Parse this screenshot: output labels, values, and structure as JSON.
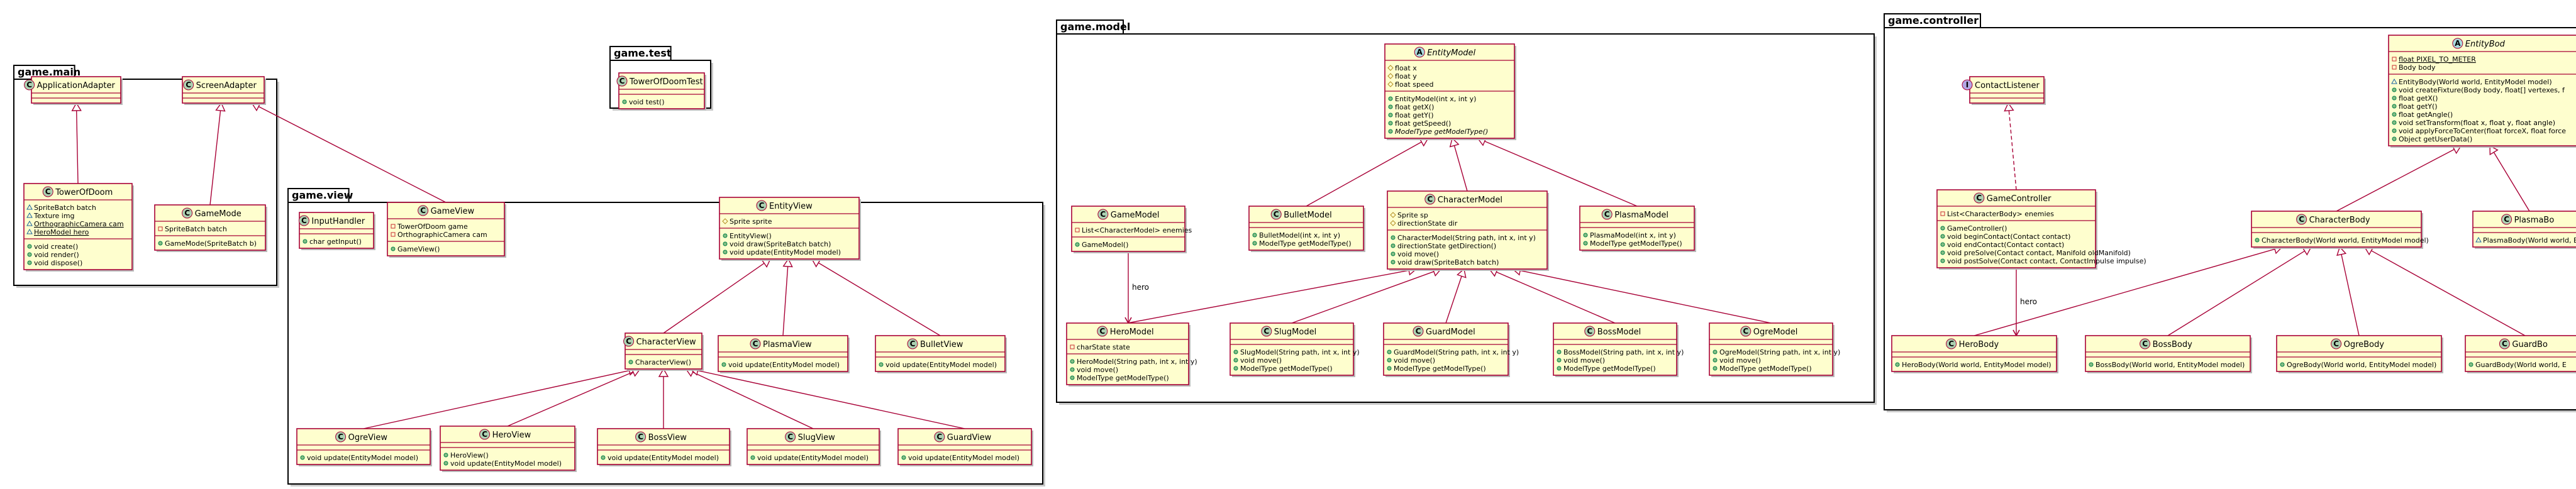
{
  "packages": [
    {
      "name": "game.main",
      "classes": [
        {
          "id": "ApplicationAdapter",
          "name": "ApplicationAdapter",
          "kind": "class",
          "attrs": [],
          "methods": []
        },
        {
          "id": "ScreenAdapter",
          "name": "ScreenAdapter",
          "kind": "class",
          "attrs": [],
          "methods": []
        },
        {
          "id": "TowerOfDoom",
          "name": "TowerOfDoom",
          "kind": "class",
          "attrs": [
            {
              "v": "~",
              "t": "SpriteBatch batch"
            },
            {
              "v": "~",
              "t": "Texture img"
            },
            {
              "v": "~",
              "t": "OrthographicCamera cam",
              "u": true
            },
            {
              "v": "~",
              "t": "HeroModel hero",
              "u": true
            }
          ],
          "methods": [
            {
              "v": "+",
              "t": "void create()"
            },
            {
              "v": "+",
              "t": "void render()"
            },
            {
              "v": "+",
              "t": "void dispose()"
            }
          ]
        },
        {
          "id": "GameMode",
          "name": "GameMode",
          "kind": "class",
          "attrs": [
            {
              "v": "-",
              "t": "SpriteBatch batch"
            }
          ],
          "methods": [
            {
              "v": "+",
              "t": "GameMode(SpriteBatch b)"
            }
          ]
        }
      ]
    },
    {
      "name": "game.test",
      "classes": [
        {
          "id": "TowerOfDoomTest",
          "name": "TowerOfDoomTest",
          "kind": "class",
          "attrs": [],
          "methods": [
            {
              "v": "+",
              "t": "void test()"
            }
          ]
        }
      ]
    },
    {
      "name": "game.view",
      "classes": [
        {
          "id": "InputHandler",
          "name": "InputHandler",
          "kind": "class",
          "attrs": [],
          "methods": [
            {
              "v": "+",
              "t": "char getInput()"
            }
          ]
        },
        {
          "id": "GameView",
          "name": "GameView",
          "kind": "class",
          "attrs": [
            {
              "v": "-",
              "t": "TowerOfDoom game"
            },
            {
              "v": "-",
              "t": "OrthographicCamera cam"
            }
          ],
          "methods": [
            {
              "v": "+",
              "t": "GameView()"
            }
          ]
        },
        {
          "id": "EntityView",
          "name": "EntityView",
          "kind": "class",
          "attrs": [
            {
              "v": "#",
              "t": "Sprite sprite"
            }
          ],
          "methods": [
            {
              "v": "+",
              "t": "EntityView()"
            },
            {
              "v": "+",
              "t": "void draw(SpriteBatch batch)"
            },
            {
              "v": "+",
              "t": "void update(EntityModel model)"
            }
          ]
        },
        {
          "id": "CharacterView",
          "name": "CharacterView",
          "kind": "class",
          "attrs": [],
          "methods": [
            {
              "v": "+",
              "t": "CharacterView()"
            }
          ]
        },
        {
          "id": "PlasmaView",
          "name": "PlasmaView",
          "kind": "class",
          "attrs": [],
          "methods": [
            {
              "v": "+",
              "t": "void update(EntityModel model)"
            }
          ]
        },
        {
          "id": "BulletView",
          "name": "BulletView",
          "kind": "class",
          "attrs": [],
          "methods": [
            {
              "v": "+",
              "t": "void update(EntityModel model)"
            }
          ]
        },
        {
          "id": "OgreView",
          "name": "OgreView",
          "kind": "class",
          "attrs": [],
          "methods": [
            {
              "v": "+",
              "t": "void update(EntityModel model)"
            }
          ]
        },
        {
          "id": "HeroView",
          "name": "HeroView",
          "kind": "class",
          "attrs": [],
          "methods": [
            {
              "v": "+",
              "t": "HeroView()"
            },
            {
              "v": "+",
              "t": "void update(EntityModel model)"
            }
          ]
        },
        {
          "id": "BossView",
          "name": "BossView",
          "kind": "class",
          "attrs": [],
          "methods": [
            {
              "v": "+",
              "t": "void update(EntityModel model)"
            }
          ]
        },
        {
          "id": "SlugView",
          "name": "SlugView",
          "kind": "class",
          "attrs": [],
          "methods": [
            {
              "v": "+",
              "t": "void update(EntityModel model)"
            }
          ]
        },
        {
          "id": "GuardView",
          "name": "GuardView",
          "kind": "class",
          "attrs": [],
          "methods": [
            {
              "v": "+",
              "t": "void update(EntityModel model)"
            }
          ]
        }
      ]
    },
    {
      "name": "game.model",
      "classes": [
        {
          "id": "EntityModel",
          "name": "EntityModel",
          "kind": "abstract",
          "attrs": [
            {
              "v": "#",
              "t": "float x"
            },
            {
              "v": "#",
              "t": "float y"
            },
            {
              "v": "#",
              "t": "float speed"
            }
          ],
          "methods": [
            {
              "v": "+",
              "t": "EntityModel(int x, int y)"
            },
            {
              "v": "+",
              "t": "float getX()"
            },
            {
              "v": "+",
              "t": "float getY()"
            },
            {
              "v": "+",
              "t": "float getSpeed()"
            },
            {
              "v": "+",
              "t": "ModelType getModelType()",
              "i": true
            }
          ]
        },
        {
          "id": "GameModel",
          "name": "GameModel",
          "kind": "class",
          "attrs": [
            {
              "v": "-",
              "t": "List<CharacterModel> enemies"
            }
          ],
          "methods": [
            {
              "v": "+",
              "t": "GameModel()"
            }
          ]
        },
        {
          "id": "BulletModel",
          "name": "BulletModel",
          "kind": "class",
          "attrs": [],
          "methods": [
            {
              "v": "+",
              "t": "BulletModel(int x, int y)"
            },
            {
              "v": "+",
              "t": "ModelType getModelType()"
            }
          ]
        },
        {
          "id": "CharacterModel",
          "name": "CharacterModel",
          "kind": "class",
          "attrs": [
            {
              "v": "#",
              "t": "Sprite sp"
            },
            {
              "v": "#",
              "t": "directionState dir"
            }
          ],
          "methods": [
            {
              "v": "+",
              "t": "CharacterModel(String path, int x, int y)"
            },
            {
              "v": "+",
              "t": "directionState getDirection()"
            },
            {
              "v": "+",
              "t": "void move()"
            },
            {
              "v": "+",
              "t": "void draw(SpriteBatch batch)"
            }
          ]
        },
        {
          "id": "PlasmaModel",
          "name": "PlasmaModel",
          "kind": "class",
          "attrs": [],
          "methods": [
            {
              "v": "+",
              "t": "PlasmaModel(int x, int y)"
            },
            {
              "v": "+",
              "t": "ModelType getModelType()"
            }
          ]
        },
        {
          "id": "HeroModel",
          "name": "HeroModel",
          "kind": "class",
          "attrs": [
            {
              "v": "-",
              "t": "charState state"
            }
          ],
          "methods": [
            {
              "v": "+",
              "t": "HeroModel(String path, int x, int y)"
            },
            {
              "v": "+",
              "t": "void move()"
            },
            {
              "v": "+",
              "t": "ModelType getModelType()"
            }
          ]
        },
        {
          "id": "SlugModel",
          "name": "SlugModel",
          "kind": "class",
          "attrs": [],
          "methods": [
            {
              "v": "+",
              "t": "SlugModel(String path, int x, int y)"
            },
            {
              "v": "+",
              "t": "void move()"
            },
            {
              "v": "+",
              "t": "ModelType getModelType()"
            }
          ]
        },
        {
          "id": "GuardModel",
          "name": "GuardModel",
          "kind": "class",
          "attrs": [],
          "methods": [
            {
              "v": "+",
              "t": "GuardModel(String path, int x, int y)"
            },
            {
              "v": "+",
              "t": "void move()"
            },
            {
              "v": "+",
              "t": "ModelType getModelType()"
            }
          ]
        },
        {
          "id": "BossModel",
          "name": "BossModel",
          "kind": "class",
          "attrs": [],
          "methods": [
            {
              "v": "+",
              "t": "BossModel(String path, int x, int y)"
            },
            {
              "v": "+",
              "t": "void move()"
            },
            {
              "v": "+",
              "t": "ModelType getModelType()"
            }
          ]
        },
        {
          "id": "OgreModel",
          "name": "OgreModel",
          "kind": "class",
          "attrs": [],
          "methods": [
            {
              "v": "+",
              "t": "OgreModel(String path, int x, int y)"
            },
            {
              "v": "+",
              "t": "void move()"
            },
            {
              "v": "+",
              "t": "ModelType getModelType()"
            }
          ]
        }
      ]
    },
    {
      "name": "game.controller",
      "classes": [
        {
          "id": "ContactListener",
          "name": "ContactListener",
          "kind": "interface",
          "attrs": [],
          "methods": []
        },
        {
          "id": "EntityBody",
          "name": "EntityBod",
          "kind": "abstract",
          "attrs": [
            {
              "v": "-",
              "t": "float PIXEL_TO_METER",
              "u": true
            },
            {
              "v": "-",
              "t": "Body body"
            }
          ],
          "methods": [
            {
              "v": "~",
              "t": "EntityBody(World world, EntityModel model)"
            },
            {
              "v": "+",
              "t": "void createFixture(Body body, float[] vertexes, f"
            },
            {
              "v": "+",
              "t": "float getX()"
            },
            {
              "v": "+",
              "t": "float getY()"
            },
            {
              "v": "+",
              "t": "float getAngle()"
            },
            {
              "v": "+",
              "t": "void setTransform(float x, float y, float angle)"
            },
            {
              "v": "+",
              "t": "void applyForceToCenter(float forceX, float force"
            },
            {
              "v": "+",
              "t": "Object getUserData()"
            }
          ]
        },
        {
          "id": "GameController",
          "name": "GameController",
          "kind": "class",
          "attrs": [
            {
              "v": "-",
              "t": "List<CharacterBody> enemies"
            }
          ],
          "methods": [
            {
              "v": "+",
              "t": "GameController()"
            },
            {
              "v": "+",
              "t": "void beginContact(Contact contact)"
            },
            {
              "v": "+",
              "t": "void endContact(Contact contact)"
            },
            {
              "v": "+",
              "t": "void preSolve(Contact contact, Manifold oldManifold)"
            },
            {
              "v": "+",
              "t": "void postSolve(Contact contact, ContactImpulse impulse)"
            }
          ]
        },
        {
          "id": "CharacterBody",
          "name": "CharacterBody",
          "kind": "class",
          "attrs": [],
          "methods": [
            {
              "v": "+",
              "t": "CharacterBody(World world, EntityModel model)"
            }
          ]
        },
        {
          "id": "PlasmaBody",
          "name": "PlasmaBo",
          "kind": "class",
          "attrs": [],
          "methods": [
            {
              "v": "~",
              "t": "PlasmaBody(World world, E"
            }
          ]
        },
        {
          "id": "HeroBody",
          "name": "HeroBody",
          "kind": "class",
          "attrs": [],
          "methods": [
            {
              "v": "+",
              "t": "HeroBody(World world, EntityModel model)"
            }
          ]
        },
        {
          "id": "BossBody",
          "name": "BossBody",
          "kind": "class",
          "attrs": [],
          "methods": [
            {
              "v": "+",
              "t": "BossBody(World world, EntityModel model)"
            }
          ]
        },
        {
          "id": "OgreBody",
          "name": "OgreBody",
          "kind": "class",
          "attrs": [],
          "methods": [
            {
              "v": "+",
              "t": "OgreBody(World world, EntityModel model)"
            }
          ]
        },
        {
          "id": "GuardBody",
          "name": "GuardBo",
          "kind": "class",
          "attrs": [],
          "methods": [
            {
              "v": "+",
              "t": "GuardBody(World world, E"
            }
          ]
        }
      ]
    }
  ],
  "relations": [
    {
      "type": "inherit",
      "from": "TowerOfDoom",
      "to": "ApplicationAdapter"
    },
    {
      "type": "inherit",
      "from": "GameMode",
      "to": "ScreenAdapter"
    },
    {
      "type": "inherit",
      "from": "GameView",
      "to": "ScreenAdapter"
    },
    {
      "type": "inherit",
      "from": "CharacterView",
      "to": "EntityView"
    },
    {
      "type": "inherit",
      "from": "PlasmaView",
      "to": "EntityView"
    },
    {
      "type": "inherit",
      "from": "BulletView",
      "to": "EntityView"
    },
    {
      "type": "inherit",
      "from": "OgreView",
      "to": "CharacterView"
    },
    {
      "type": "inherit",
      "from": "HeroView",
      "to": "CharacterView"
    },
    {
      "type": "inherit",
      "from": "BossView",
      "to": "CharacterView"
    },
    {
      "type": "inherit",
      "from": "SlugView",
      "to": "CharacterView"
    },
    {
      "type": "inherit",
      "from": "GuardView",
      "to": "CharacterView"
    },
    {
      "type": "inherit",
      "from": "BulletModel",
      "to": "EntityModel"
    },
    {
      "type": "inherit",
      "from": "CharacterModel",
      "to": "EntityModel"
    },
    {
      "type": "inherit",
      "from": "PlasmaModel",
      "to": "EntityModel"
    },
    {
      "type": "inherit",
      "from": "HeroModel",
      "to": "CharacterModel"
    },
    {
      "type": "inherit",
      "from": "SlugModel",
      "to": "CharacterModel"
    },
    {
      "type": "inherit",
      "from": "GuardModel",
      "to": "CharacterModel"
    },
    {
      "type": "inherit",
      "from": "BossModel",
      "to": "CharacterModel"
    },
    {
      "type": "inherit",
      "from": "OgreModel",
      "to": "CharacterModel"
    },
    {
      "type": "assoc",
      "from": "GameModel",
      "to": "HeroModel",
      "label": "hero"
    },
    {
      "type": "implement",
      "from": "GameController",
      "to": "ContactListener"
    },
    {
      "type": "inherit",
      "from": "CharacterBody",
      "to": "EntityBody"
    },
    {
      "type": "inherit",
      "from": "PlasmaBody",
      "to": "EntityBody"
    },
    {
      "type": "inherit",
      "from": "HeroBody",
      "to": "CharacterBody"
    },
    {
      "type": "inherit",
      "from": "BossBody",
      "to": "CharacterBody"
    },
    {
      "type": "inherit",
      "from": "OgreBody",
      "to": "CharacterBody"
    },
    {
      "type": "inherit",
      "from": "GuardBody",
      "to": "CharacterBody"
    },
    {
      "type": "assoc",
      "from": "GameController",
      "to": "HeroBody",
      "label": "hero"
    }
  ]
}
